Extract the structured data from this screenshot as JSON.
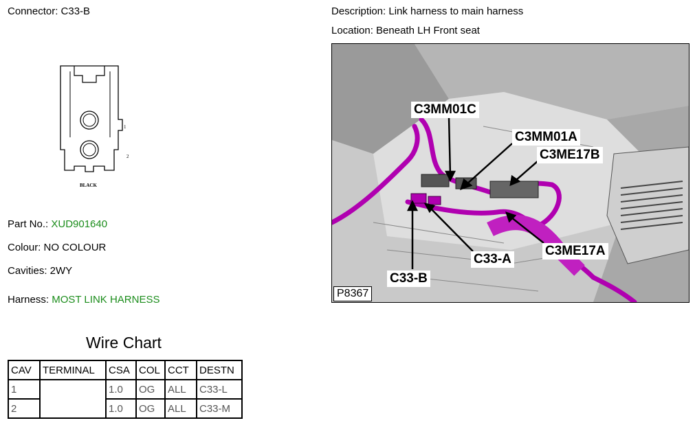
{
  "connector": {
    "label": "Connector: C33-B",
    "diagram_marks": [
      "1",
      "2"
    ],
    "diagram_color_label": "BLACK"
  },
  "part": {
    "label": "Part No.: ",
    "value": "XUD901640"
  },
  "colour": {
    "label": "Colour: NO COLOUR"
  },
  "cavities": {
    "label": "Cavities: 2WY"
  },
  "harness": {
    "label": "Harness: ",
    "value": "MOST LINK HARNESS"
  },
  "wire_chart": {
    "title": "Wire Chart",
    "headers": [
      "CAV",
      "TERMINAL",
      "CSA",
      "COL",
      "CCT",
      "DESTN"
    ],
    "rows": [
      {
        "cav": "1",
        "terminal": "",
        "csa": "1.0",
        "col": "OG",
        "cct": "ALL",
        "destn": "C33-L"
      },
      {
        "cav": "2",
        "terminal": "",
        "csa": "1.0",
        "col": "OG",
        "cct": "ALL",
        "destn": "C33-M"
      }
    ]
  },
  "description": {
    "label": "Description: Link harness to main harness"
  },
  "location": {
    "label": "Location: Beneath LH Front seat"
  },
  "photo": {
    "id": "P8367",
    "callouts": {
      "c3mm01c": "C3MM01C",
      "c3mm01a": "C3MM01A",
      "c3me17b": "C3ME17B",
      "c3me17a": "C3ME17A",
      "c33a": "C33-A",
      "c33b": "C33-B"
    }
  },
  "colors": {
    "harness_highlight": "#b000b0",
    "link_green": "#1a8c1a"
  }
}
